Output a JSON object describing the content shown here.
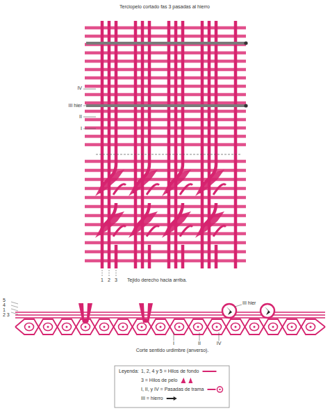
{
  "diagram": {
    "title": "Terciopelo cortado fas 3 pasadas al hierro",
    "caption": "Corte sentido urdimbre (anverso).",
    "labels": [
      "IV",
      "III hier",
      "II",
      "I",
      "1",
      "2",
      "3",
      "Tejido derecho hacia arriba.",
      "5",
      "4",
      "1",
      "2 3",
      "III hier",
      "I",
      "II",
      "IV",
      "Leyenda:"
    ],
    "legend": [
      {
        "text": "1, 2, 4 y 5 = Hilos de fondo"
      },
      {
        "text": "3 = Hilos de pelo"
      },
      {
        "text": "I, II, y IV = Pasadas de trama"
      },
      {
        "text": "III = hierro"
      }
    ]
  }
}
